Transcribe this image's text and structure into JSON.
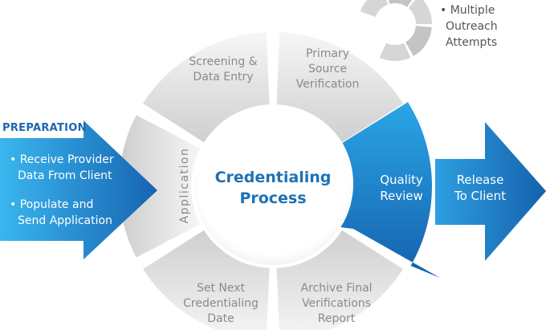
{
  "center": {
    "line1": "Credentialing",
    "line2": "Process"
  },
  "segments": {
    "screening": {
      "line1": "Screening &",
      "line2": "Data Entry"
    },
    "primary": {
      "line1": "Primary",
      "line2": "Source",
      "line3": "Verification"
    },
    "application": {
      "label": "Application"
    },
    "set_next": {
      "line1": "Set Next",
      "line2": "Credentialing",
      "line3": "Date"
    },
    "archive": {
      "line1": "Archive Final",
      "line2": "Verifications",
      "line3": "Report"
    }
  },
  "quality": {
    "line1": "Quality",
    "line2": "Review"
  },
  "release": {
    "line1": "Release",
    "line2": "To Client"
  },
  "preparation": {
    "title": "PREPARATION",
    "items": [
      {
        "line1": "• Receive Provider",
        "line2": "Data From Client"
      },
      {
        "line1": "• Populate and",
        "line2": "Send Application"
      }
    ]
  },
  "outreach": {
    "line1": "• Multiple",
    "line2": "Outreach",
    "line3": "Attempts"
  },
  "colors": {
    "blue_dark": "#1868b4",
    "blue_light": "#38b4ec",
    "gray_light": "#f4f4f4",
    "gray_dark": "#c8c8c8",
    "title_blue": "#1d72b6"
  }
}
